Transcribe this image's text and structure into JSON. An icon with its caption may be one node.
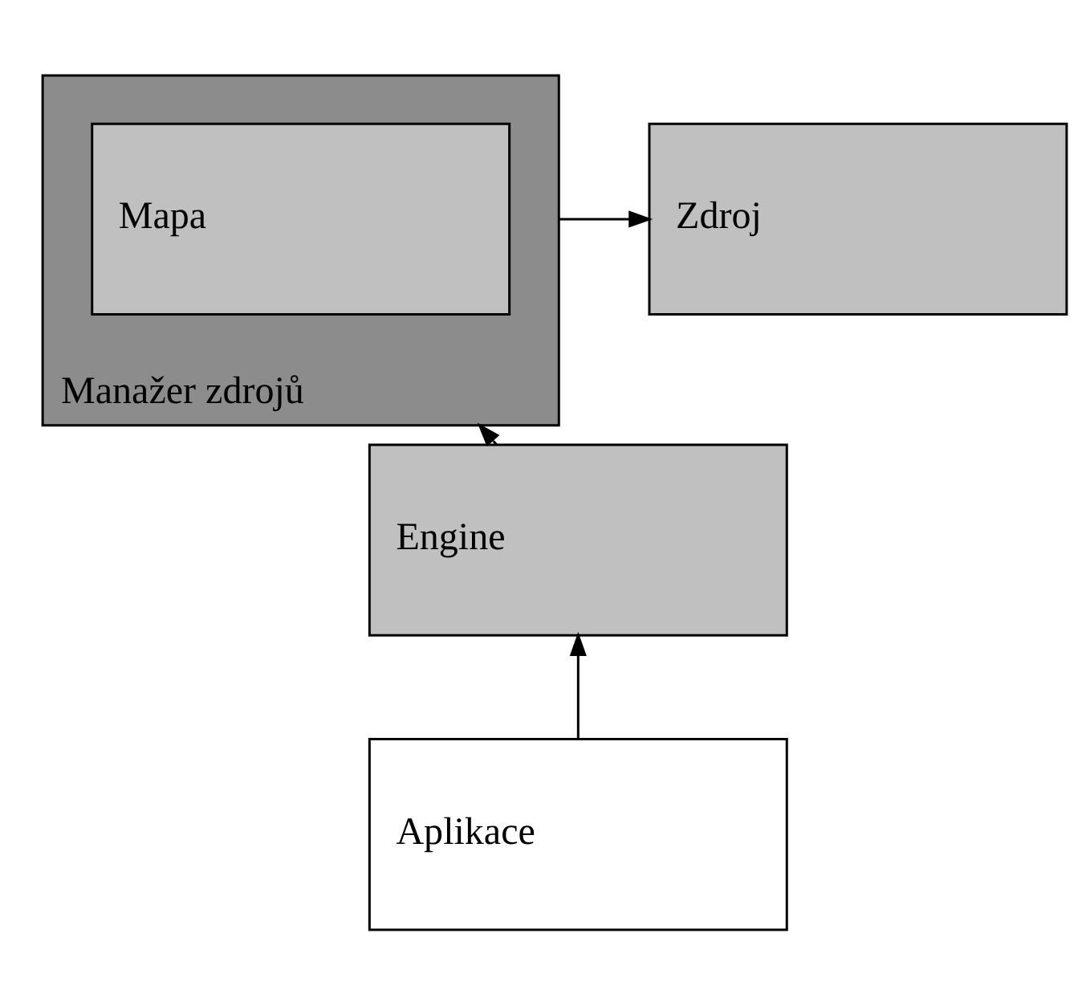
{
  "diagram": {
    "nodes": [
      {
        "text": [
          "Manažer zdrojů"
        ]
      },
      {
        "text": [
          "Mapa"
        ],
        "in": 0
      },
      {
        "text": [
          "Zdroj"
        ]
      },
      {
        "text": [
          "Engine"
        ]
      },
      {
        "text": [
          "Aplikace"
        ]
      }
    ],
    "edges": [
      {
        "from": 0,
        "to": 2,
        "arrow": "to"
      },
      {
        "from": 3,
        "to": 0,
        "arrow": "to"
      },
      {
        "from": 4,
        "to": 3,
        "arrow": "to"
      }
    ]
  }
}
